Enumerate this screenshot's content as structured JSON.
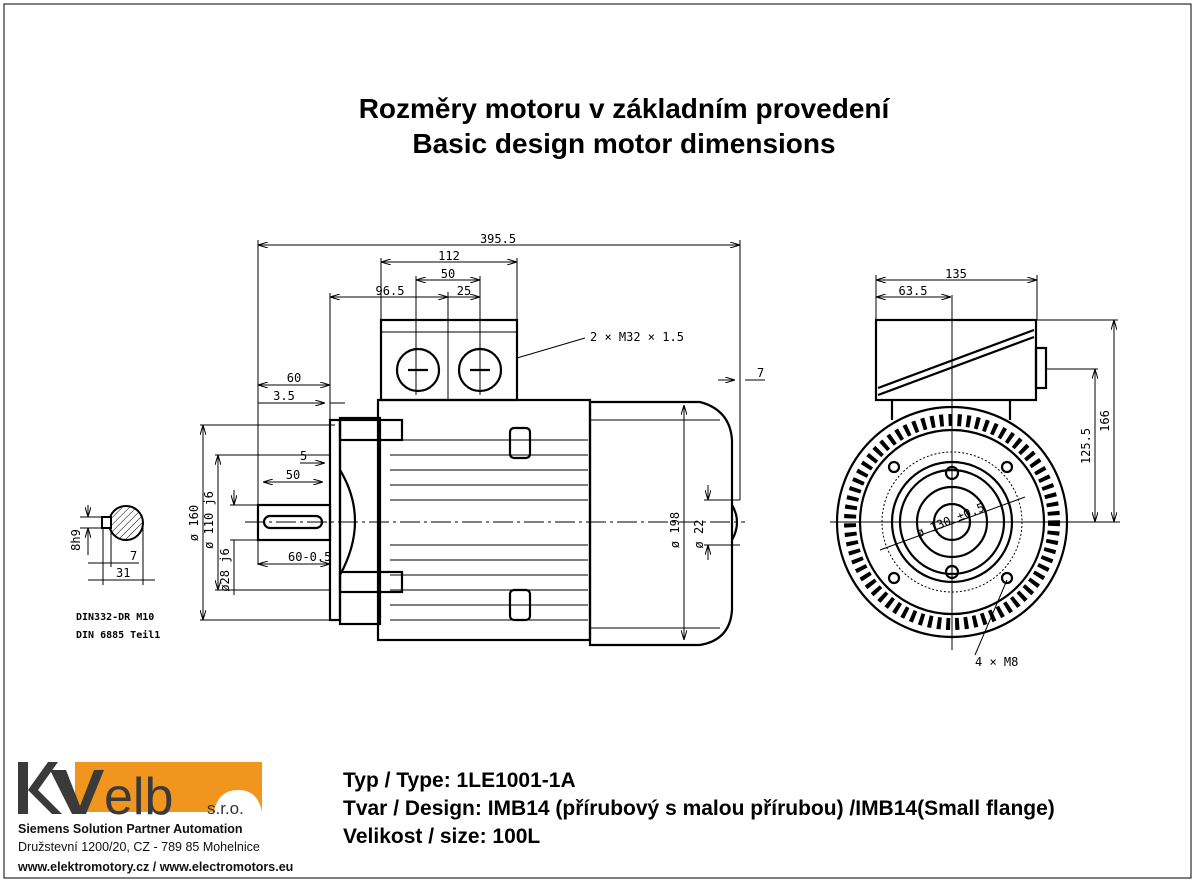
{
  "title": {
    "line1": "Rozměry motoru v základním provedení",
    "line2": "Basic design motor dimensions"
  },
  "side_view": {
    "dims": {
      "overall_length": "395.5",
      "terminal_box_width": "112",
      "gland_spacing": "50",
      "box_offset": "96.5",
      "gland_offset": "25",
      "cable_glands": "2 × M32 × 1.5",
      "fan_cover_gap": "7",
      "shaft_length": "60",
      "flange_thickness": "3.5",
      "spigot": "5",
      "key_length": "50",
      "shaft_tolerance": "60-0.5",
      "flange_diameter": "ø 160",
      "spigot_diameter": "ø 110 j6",
      "shaft_diameter": "ø28 j6",
      "frame_diameter": "ø 198",
      "fan_hub": "ø 22"
    }
  },
  "key_section": {
    "key_width": "8h9",
    "key_depth": "7",
    "shaft_height": "31",
    "note1": "DIN332-DR M10",
    "note2": "DIN 6885 Teil1"
  },
  "front_view": {
    "dims": {
      "width": "135",
      "box_offset": "63.5",
      "height_total": "166",
      "height_gland": "125.5",
      "pitch_circle": "ø 130 ±0.5",
      "flange_holes": "4 × M8"
    }
  },
  "info": {
    "type": "Typ / Type: 1LE1001-1A",
    "design": "Tvar / Design: IMB14 (přírubový s malou přírubou) /IMB14(Small flange)",
    "size": "Velikost / size: 100L"
  },
  "company": {
    "logo_text": "Kvelb",
    "suffix": "s.r.o.",
    "tagline": "Siemens Solution Partner Automation",
    "address": "Družstevní 1200/20, CZ - 789 85 Mohelnice",
    "web": "www.elektromotory.cz / www.electromotors.eu",
    "brand_dark": "#3a3a3a",
    "brand_orange": "#f0961e"
  }
}
